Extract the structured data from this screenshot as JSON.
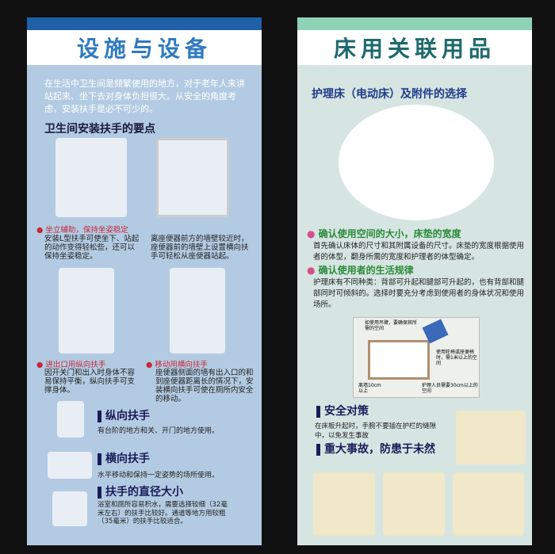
{
  "left": {
    "title": "设施与设备",
    "intro": "在生活中卫生间是频繁使用的地方，对于老年人来讲站起来、坐下去对身体负担很大。从安全的角度考虑，安装扶手是必不可少的。",
    "section_title": "卫生间安装扶手的要点",
    "points": [
      {
        "label": "坐立辅助，保持坐姿稳定",
        "text": "安装L型扶手可使坐下、站起的动作变得轻松些，还可以保持坐姿稳定。"
      },
      {
        "label": "",
        "text": "离座便器前方的墙壁较近时，座便器前的墙壁上设置横向扶手可轻松从座便器站起。"
      },
      {
        "label": "进出口用纵向扶手",
        "text": "因开关门和出入时身体不容易保持平衡，纵向扶手可支撑身体。"
      },
      {
        "label": "移动用横向扶手",
        "text": "座便器侧面的墙有出入口的和到座便器距离长的情况下，安装横向扶手可使在厕所内安全的移动。"
      }
    ],
    "types": [
      {
        "title": "纵向扶手",
        "text": "有台阶的地方和关、开门的地方使用。"
      },
      {
        "title": "横向扶手",
        "text": "水平移动和保持一定姿势的场所使用。"
      },
      {
        "title": "扶手的直径大小",
        "text": "浴室和厕所容易积水，需要选择较细（32毫米左右）的扶手比较好。通道等地方用较粗（35毫米）的扶手比较适合。"
      }
    ]
  },
  "right": {
    "title": "床用关联用品",
    "subtitle": "护理床（电动床）及附件的选择",
    "points": [
      {
        "label": "确认使用空间的大小，床垫的宽度",
        "text": "首先确认床体的尺寸和其附属设备的尺寸。床垫的宽度根据使用者的体型，翻身所需的宽度和护理者的体型确定。"
      },
      {
        "label": "确认使用者的生活规律",
        "text": "护理床有不同种类：背部可升起和腿部可升起的，也有背部和腿部同时可倾斜的。选择时要充分考虑到使用者的身体状况和使用场所。"
      }
    ],
    "diagram": {
      "note1": "如使用吊臂，要确保其所需的空间",
      "note2": "使用轮椅或座便椅时，需1米以上的空间",
      "note3": "离墙10cm以上",
      "note4": "护理人员需要30cm以上的空间"
    },
    "safety": {
      "title": "安全对策",
      "text": "在床板升起时，手腕不要插在护栏的缝隙中，以免发生事故"
    },
    "accident": {
      "title": "重大事故，防患于未然"
    }
  },
  "colors": {
    "left_bg": "#b3cbe2",
    "left_accent": "#2060a8",
    "right_bg": "#d6e5e1",
    "right_accent": "#8fd3b6"
  }
}
